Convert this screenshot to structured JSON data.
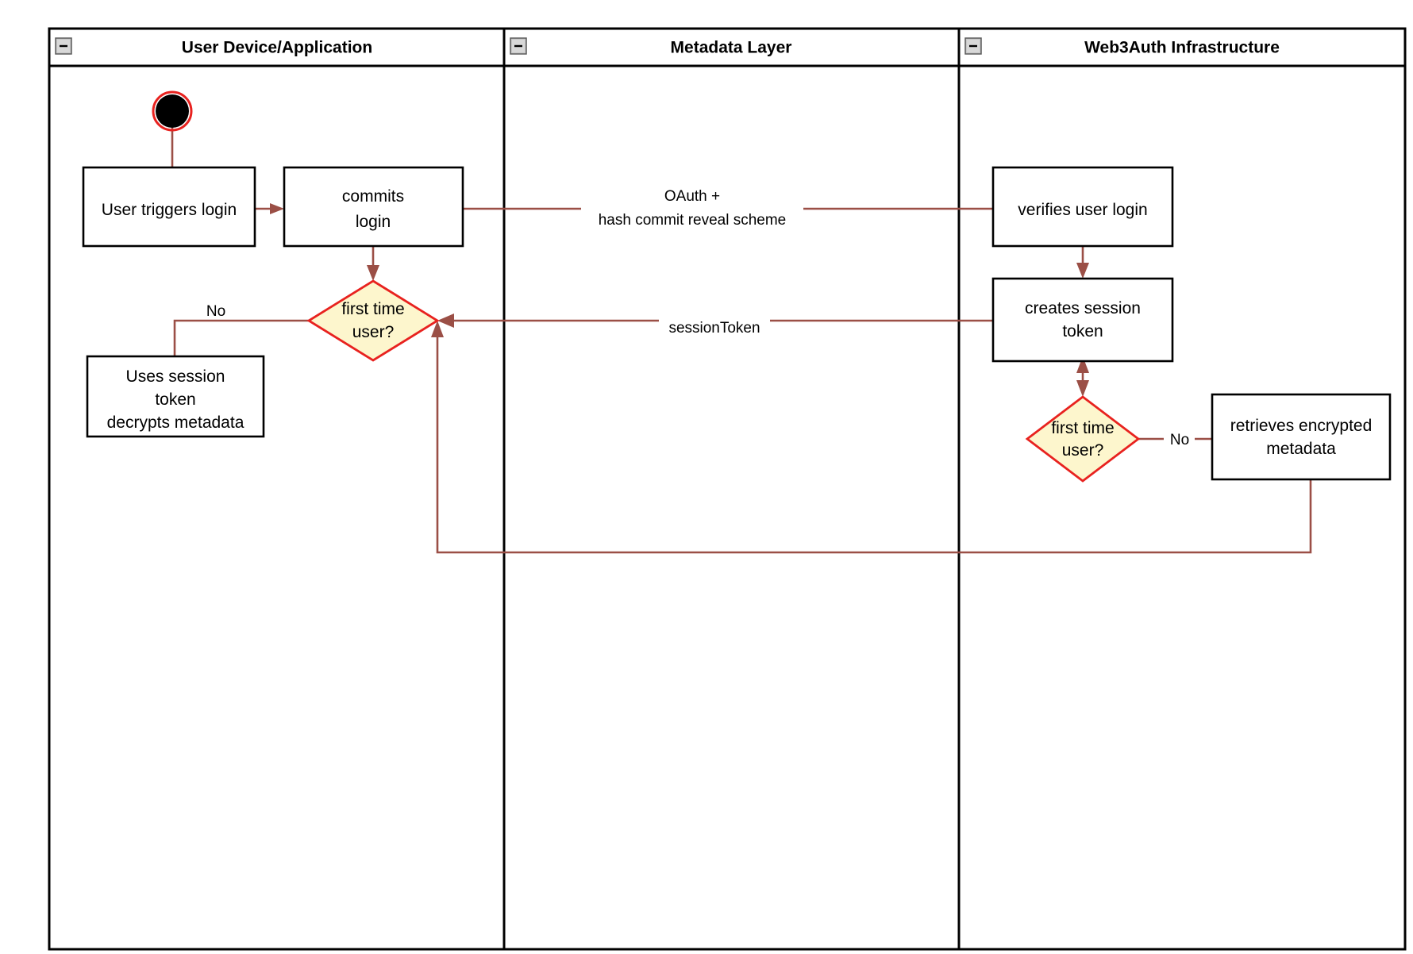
{
  "diagram": {
    "type": "uml-activity-swimlane",
    "title_visible": false,
    "colors": {
      "flow": "#9b4f46",
      "decision_fill": "#fdf6cd",
      "decision_stroke": "#e8221f",
      "node_stroke": "#000000",
      "lane_stroke": "#000000",
      "start_fill": "#000000",
      "start_ring": "#e8221f",
      "background": "#ffffff"
    },
    "lanes": [
      {
        "id": "lane-user-device",
        "title": "User Device/Application",
        "collapse_icon": "collapse-minus-icon"
      },
      {
        "id": "lane-metadata",
        "title": "Metadata Layer",
        "collapse_icon": "collapse-minus-icon"
      },
      {
        "id": "lane-web3auth",
        "title": "Web3Auth Infrastructure",
        "collapse_icon": "collapse-minus-icon"
      }
    ],
    "nodes": {
      "start": {
        "shape": "initial-node",
        "label": ""
      },
      "user_triggers_login": {
        "shape": "action",
        "lane": "lane-user-device",
        "label": "User triggers login"
      },
      "commits_login": {
        "shape": "action",
        "lane": "lane-user-device",
        "line1": "commits",
        "line2": "login"
      },
      "first_time_user_left": {
        "shape": "decision",
        "lane": "lane-user-device",
        "line1": "first time",
        "line2": "user?"
      },
      "uses_session_token": {
        "shape": "action",
        "lane": "lane-user-device",
        "line1": "Uses session",
        "line2": "token",
        "line3": "decrypts metadata"
      },
      "verifies_user_login": {
        "shape": "action",
        "lane": "lane-web3auth",
        "label": "verifies user login"
      },
      "creates_session_token": {
        "shape": "action",
        "lane": "lane-web3auth",
        "line1": "creates session",
        "line2": "token"
      },
      "first_time_user_right": {
        "shape": "decision",
        "lane": "lane-web3auth",
        "line1": "first time",
        "line2": "user?"
      },
      "retrieves_encrypted_metadata": {
        "shape": "action",
        "lane": "lane-web3auth",
        "line1": "retrieves encrypted",
        "line2": "metadata"
      }
    },
    "edge_labels": {
      "oauth_line1": "OAuth +",
      "oauth_line2": "hash commit reveal scheme",
      "session_token": "sessionToken",
      "no_left": "No",
      "no_right": "No"
    }
  }
}
